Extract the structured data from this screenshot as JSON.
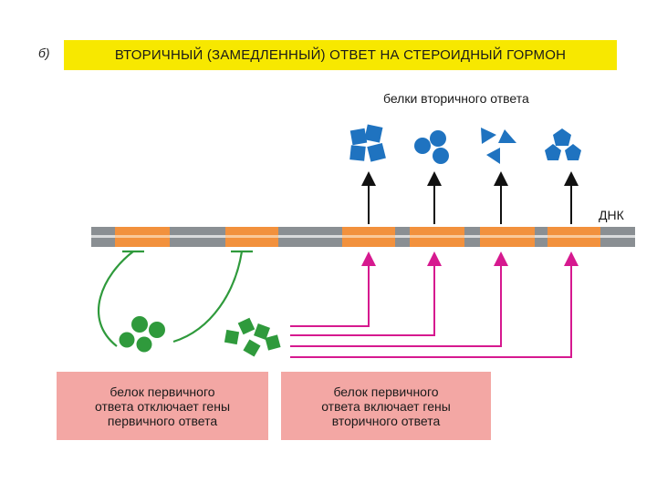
{
  "panel_letter": "б)",
  "title": "ВТОРИЧНЫЙ (ЗАМЕДЛЕННЫЙ) ОТВЕТ НА СТЕРОИДНЫЙ ГОРМОН",
  "secondary_proteins_label": "белки вторичного ответа",
  "dna_label": "ДНК",
  "box_off_text": "белок первичного\nответа отключает гены\nпервичного ответа",
  "box_on_text": "белок первичного\nответа включает гены\nвторичного ответа",
  "colors": {
    "banner": "#f7e800",
    "dna_grey": "#8a8f93",
    "gene_orange": "#f2913d",
    "green": "#2f9a3c",
    "magenta": "#d6198f",
    "blue": "#1f73c0",
    "box_pink": "#f3a7a4"
  }
}
